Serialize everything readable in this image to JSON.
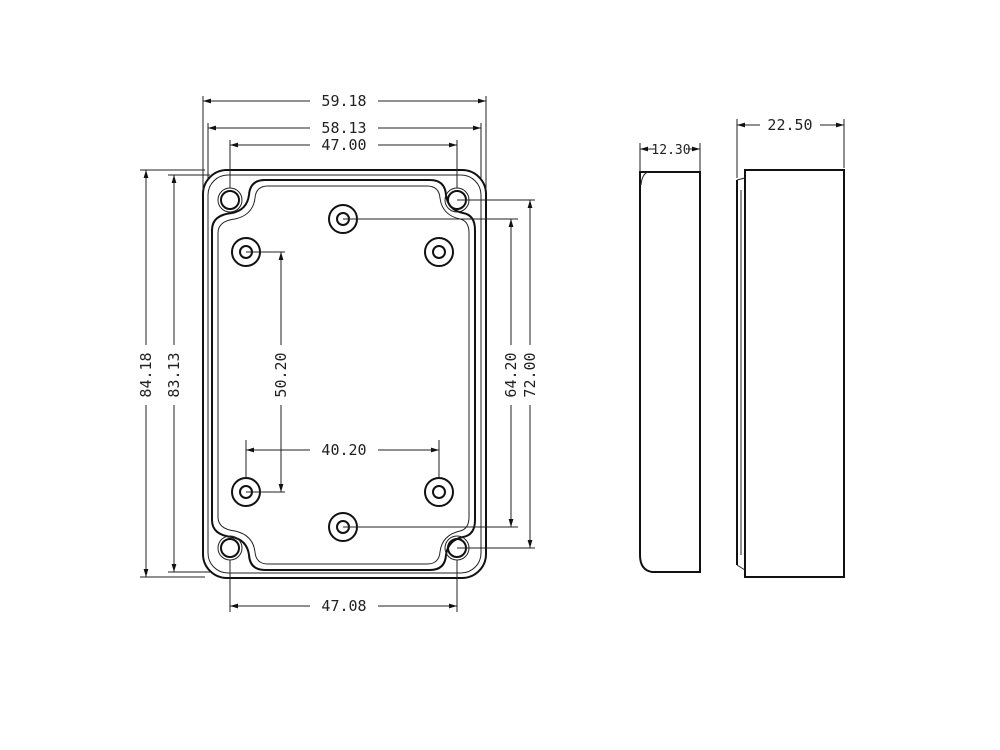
{
  "dimensions": {
    "width_outer": "59.18",
    "width_inner": "58.13",
    "hole_spacing_top": "47.00",
    "hole_spacing_bottom": "47.08",
    "height_outer": "84.18",
    "height_inner": "83.13",
    "boss_spacing_vertical": "50.20",
    "boss_spacing_horizontal": "40.20",
    "boss_spacing_center": "64.20",
    "hole_spacing_vertical": "72.00",
    "lid_depth": "12.30",
    "base_depth": "22.50"
  }
}
